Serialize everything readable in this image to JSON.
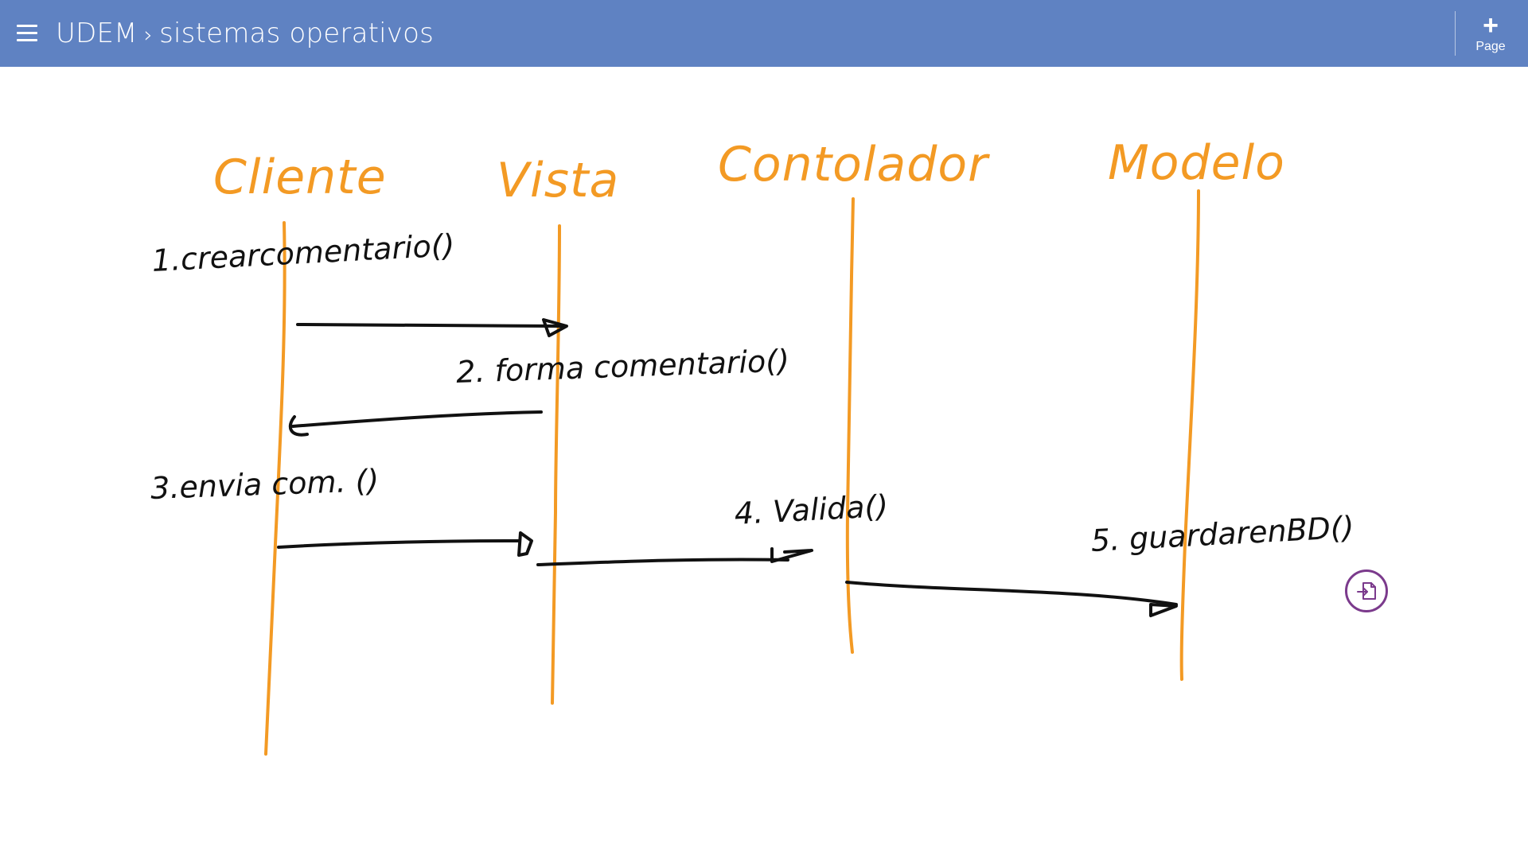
{
  "header": {
    "notebook": "UDEM",
    "separator": "›",
    "section": "sistemas operativos",
    "add_page_label": "Page"
  },
  "diagram": {
    "lifelines": [
      "Cliente",
      "Vista",
      "Contolador",
      "Modelo"
    ],
    "messages": [
      "1.crearcomentario()",
      "2. forma comentario()",
      "3.envia com. ()",
      "4. Valida()",
      "5. guardarenBD()"
    ]
  },
  "colors": {
    "header_bg": "#5f82c2",
    "lifeline_ink": "#f39a24",
    "message_ink": "#111111",
    "fab_border": "#7b3a8c"
  },
  "icons": {
    "menu": "hamburger-icon",
    "add_page": "plus-icon",
    "page_action": "page-insert-icon"
  }
}
